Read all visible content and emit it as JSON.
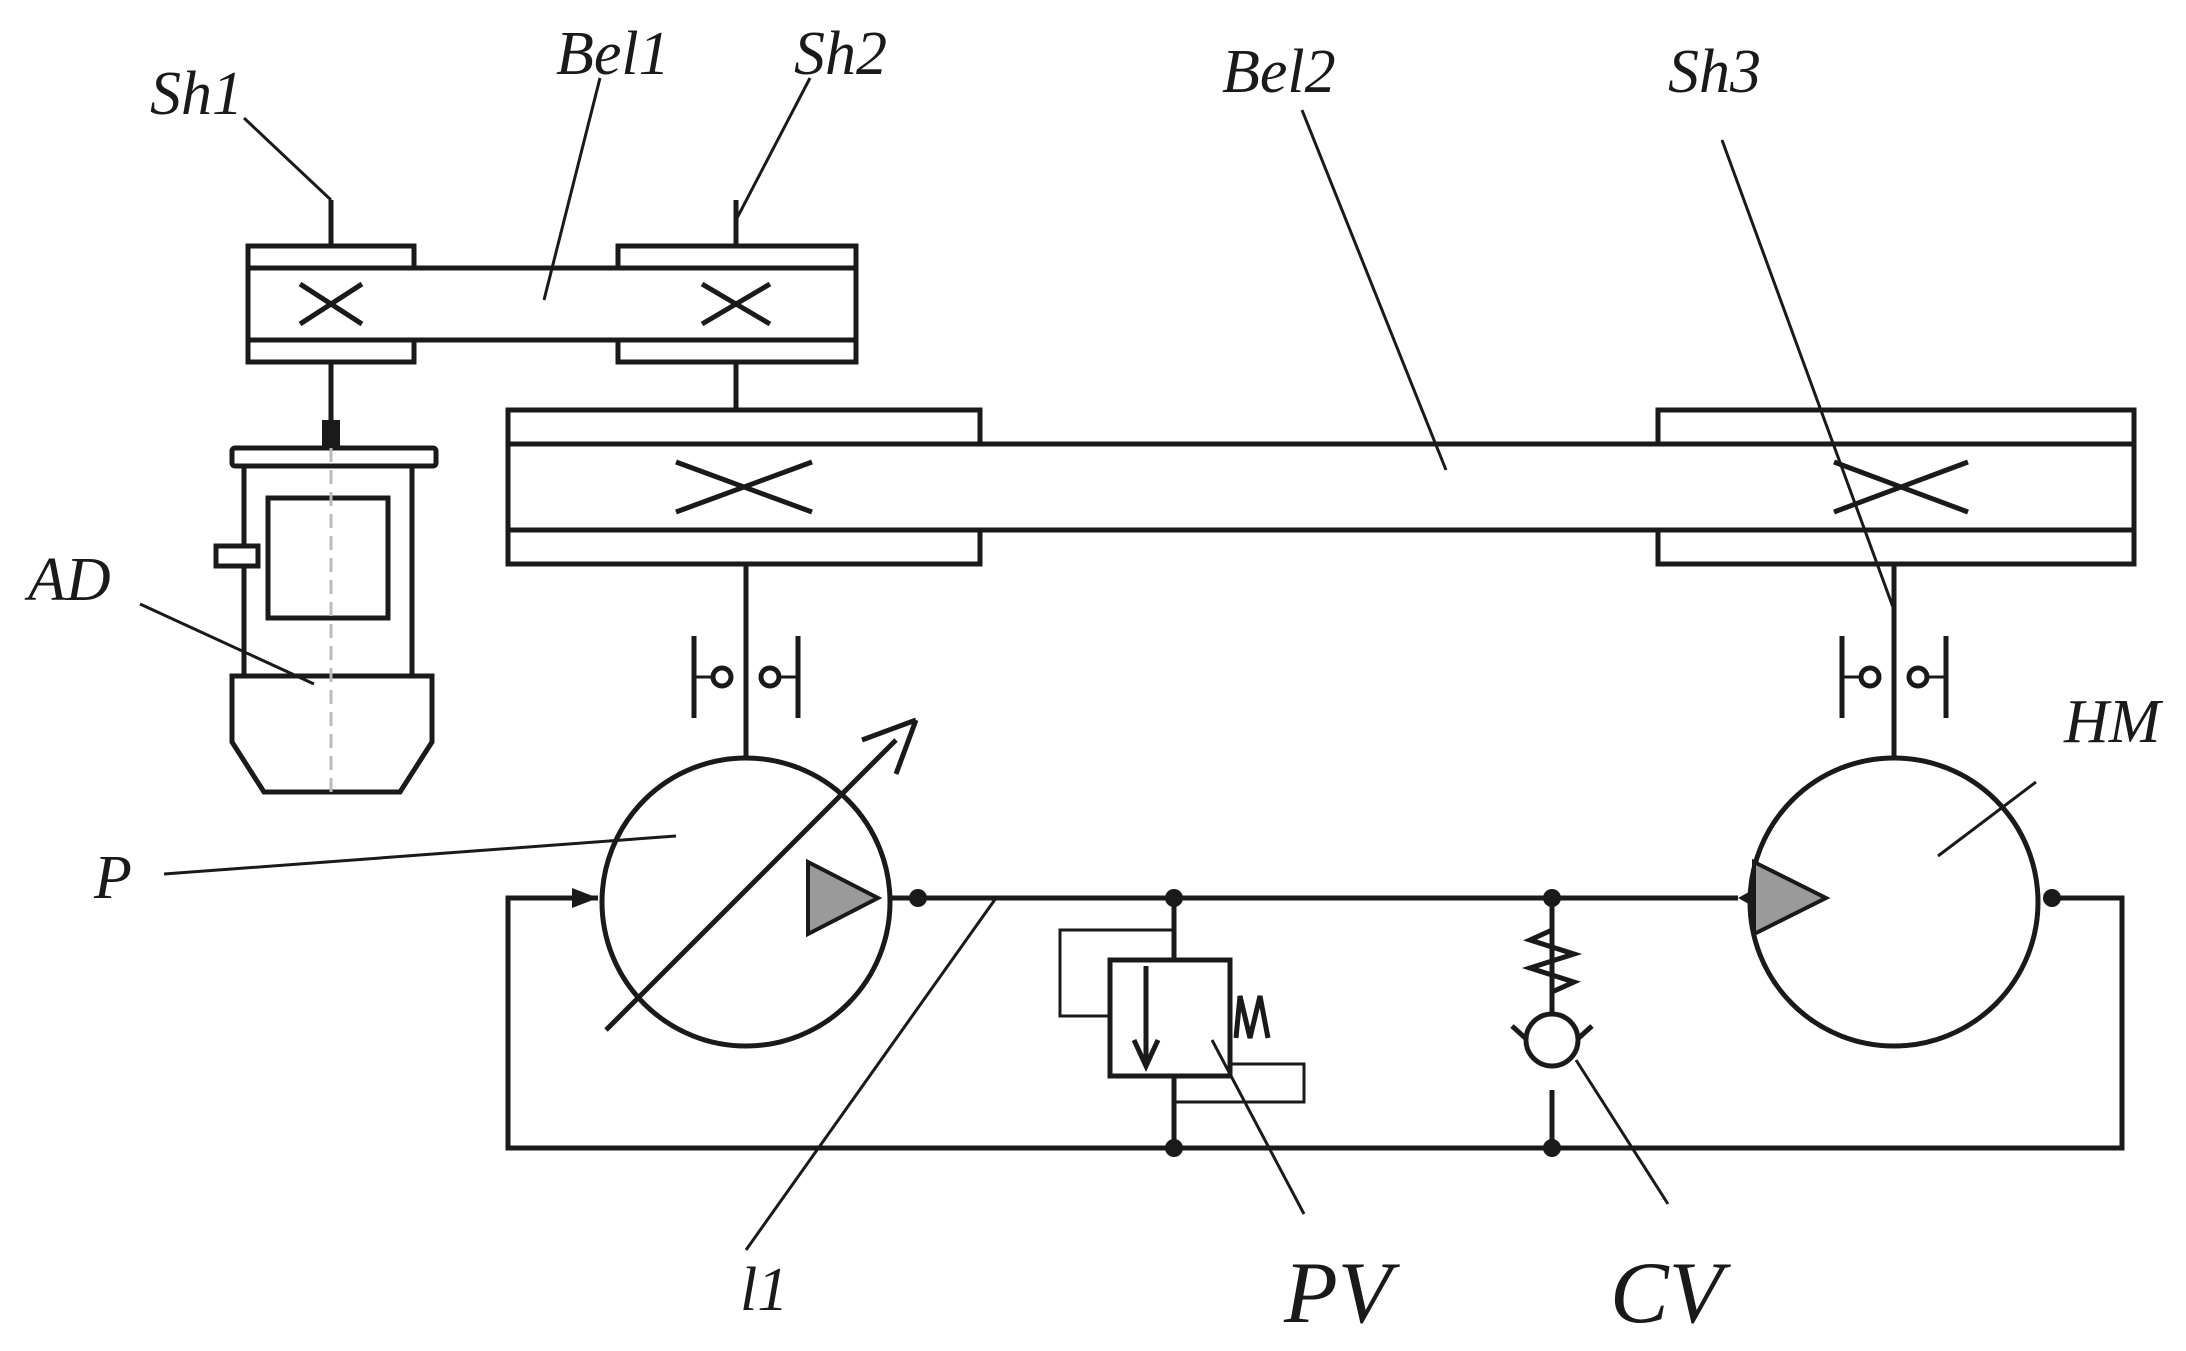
{
  "labels": {
    "sh1": "Sh1",
    "bel1": "Bel1",
    "sh2": "Sh2",
    "bel2": "Bel2",
    "sh3": "Sh3",
    "ad": "AD",
    "p": "P",
    "hm": "HM",
    "l1": "l1",
    "pv": "PV",
    "cv": "CV"
  },
  "colors": {
    "line": "#1a1a1a",
    "hatch_fill": "#9a9a9a",
    "background": "#ffffff"
  }
}
